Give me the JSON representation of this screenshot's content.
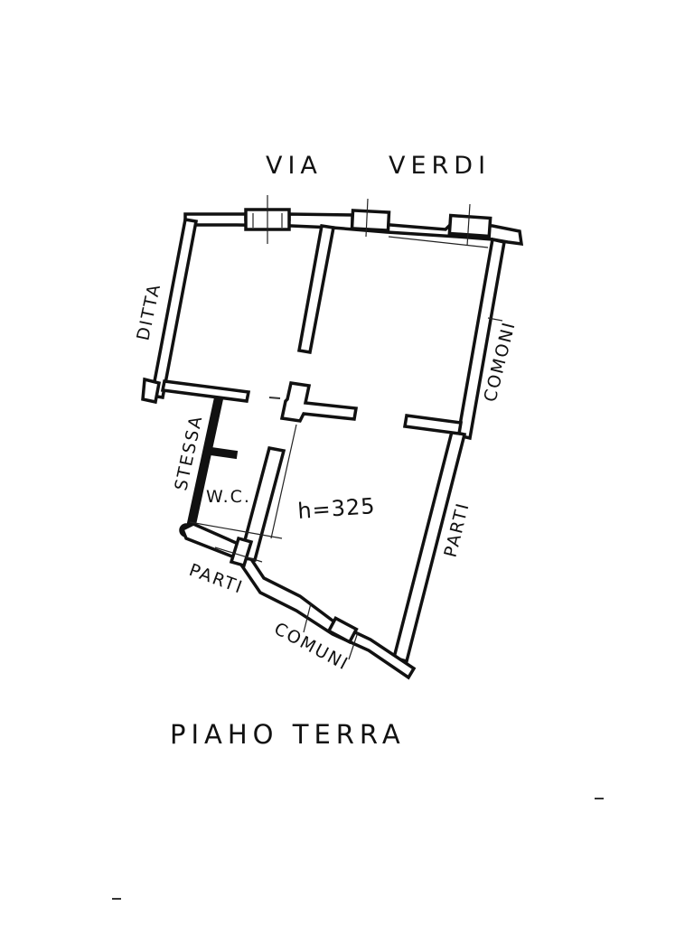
{
  "labels": {
    "street_via": "VIA",
    "street_verdi": "VERDI",
    "neighbour_left": "DITTA",
    "neighbour_left_lower": "STESSA",
    "common_right_parti": "PARTI",
    "common_right_comuni": "COMONI",
    "common_bottom_parti": "PARTI",
    "common_bottom_comuni": "COMUNI",
    "wc": "W.C.",
    "ceiling_height": "h=325",
    "floor_title": "PIAHO TERRA"
  }
}
